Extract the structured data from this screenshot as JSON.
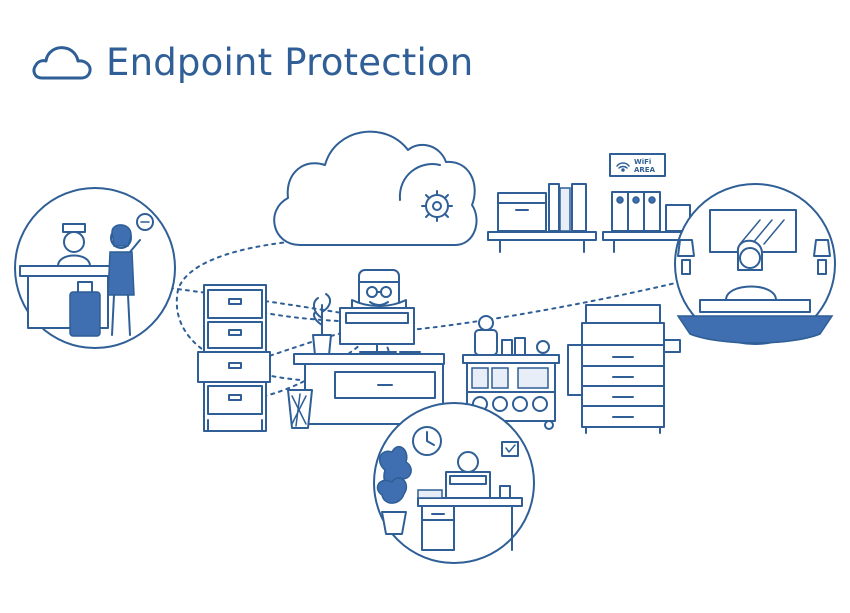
{
  "header": {
    "title": "Endpoint Protection",
    "icon": "cloud-icon"
  },
  "illustration": {
    "wifi_sign": {
      "line1": "WiFi",
      "line2": "AREA"
    }
  },
  "colors": {
    "primary_line": "#2f5f96",
    "accent_fill": "#3f6fb0",
    "background": "#ffffff"
  }
}
